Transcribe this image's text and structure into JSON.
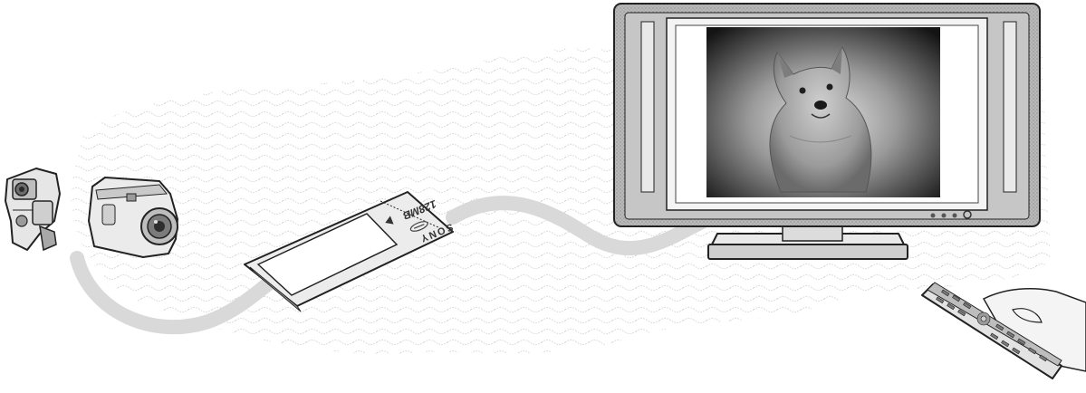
{
  "illustration": {
    "devices": [
      "video-camera",
      "digital-camera",
      "memory-stick",
      "flat-panel-tv",
      "remote-control"
    ],
    "colors": {
      "background": "#ffffff",
      "stroke": "#222222",
      "light_gray": "#d9d9d9",
      "mid_gray": "#a8a8a8",
      "dark_gray": "#6d6d6d",
      "cloud_texture": "#c9c9c9"
    }
  },
  "memory_stick": {
    "capacity_label": "128MB",
    "brand_label": "SONY"
  }
}
